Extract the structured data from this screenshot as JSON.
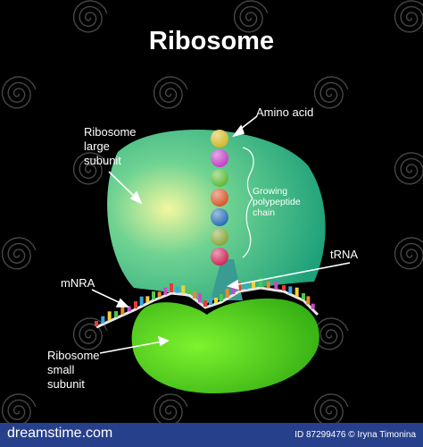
{
  "title": "Ribosome",
  "labels": {
    "amino_acid": "Amino acid",
    "large_subunit": [
      "Ribosome",
      "large",
      "subunit"
    ],
    "polypeptide": [
      "Growing",
      "polypeptide",
      "chain"
    ],
    "trna": "tRNA",
    "mrna": "mNRA",
    "small_subunit": [
      "Ribosome",
      "small",
      "subunit"
    ]
  },
  "colors": {
    "background": "#000000",
    "large_subunit": "#2fb98a",
    "small_subunit": "#3cc412",
    "trna": "#3a9b93",
    "footer": "#27408c"
  },
  "amino_acid_beads": [
    "#d4b82a",
    "#c63fc6",
    "#5dbb3a",
    "#d9582c",
    "#2a6fb6",
    "#88a83a",
    "#d02a5a"
  ],
  "mrna_bases": [
    "#e83a3a",
    "#38a8e8",
    "#f0d23a",
    "#4cc84c",
    "#e88a2a",
    "#c84ac8"
  ],
  "watermark": "dreamstime",
  "footer": {
    "logo": "dreamstime.com",
    "info": "ID 87299476 © Iryna Timonina"
  }
}
